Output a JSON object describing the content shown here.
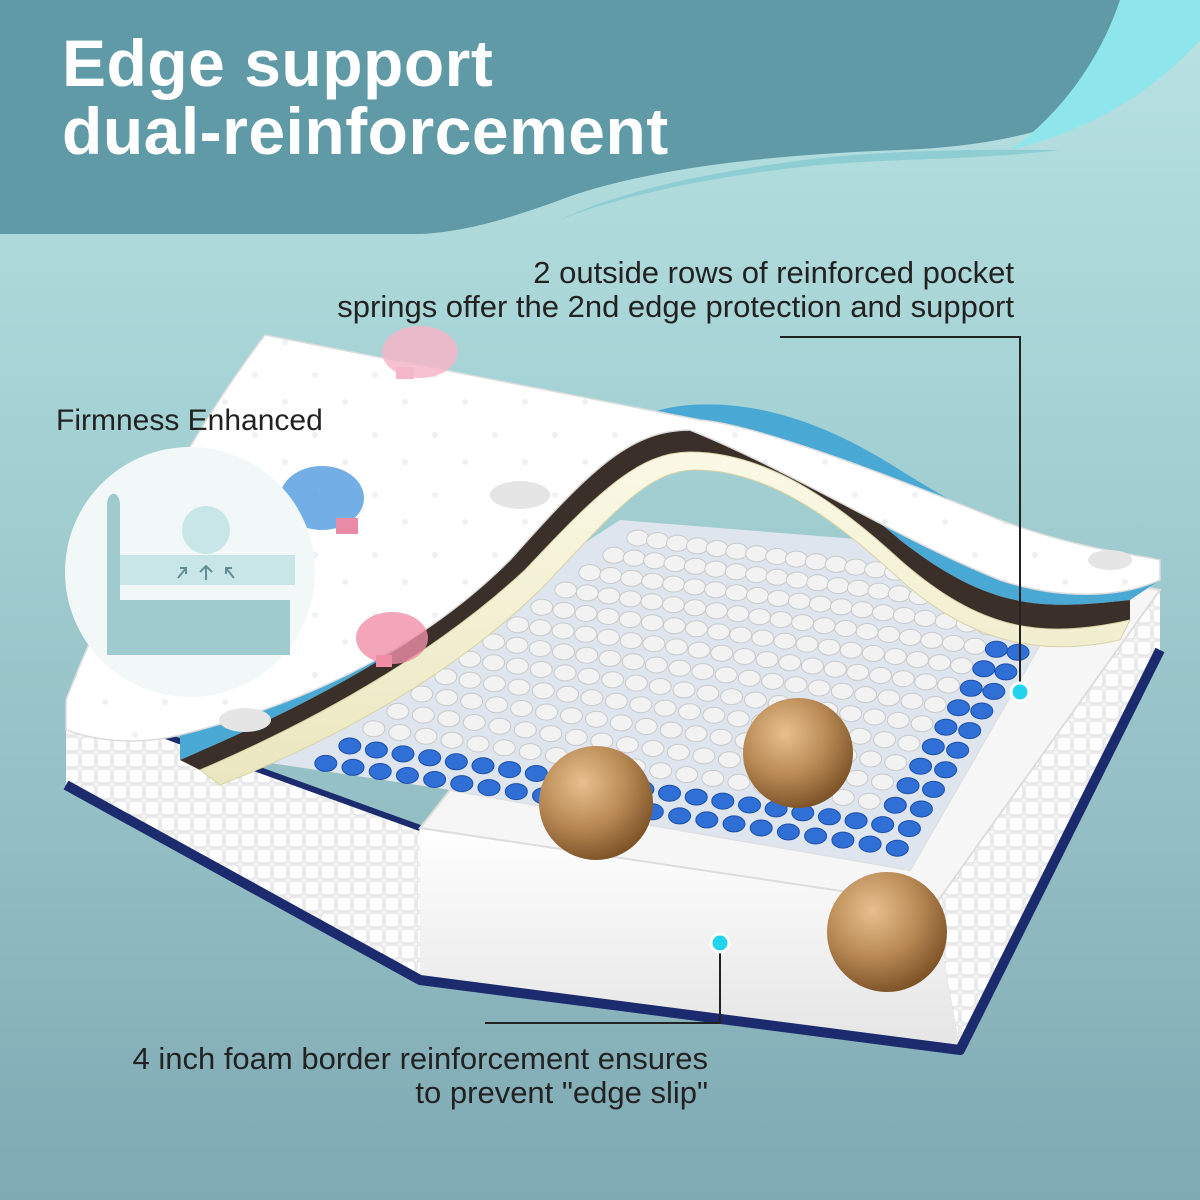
{
  "header": {
    "title_line1": "Edge support",
    "title_line2": "dual-reinforcement"
  },
  "callouts": {
    "top_line1": "2 outside rows of reinforced pocket",
    "top_line2": "springs offer the 2nd edge protection and support",
    "bottom_line1": "4 inch foam border reinforcement ensures",
    "bottom_line2": "to prevent \"edge slip\""
  },
  "firmness": {
    "label": "Firmness Enhanced"
  },
  "colors": {
    "banner": "#5f9aa6",
    "wave_light": "#8ee6ec",
    "spring_blue": "#2f6fd6",
    "spring_white": "#f2f2f2",
    "foam_yellow": "#f4f1cf",
    "gel_blue": "#4aa9d4",
    "ball_wood": "#b98a55",
    "border_navy": "#1c2a6e",
    "marker_cyan": "#22d3ee"
  }
}
